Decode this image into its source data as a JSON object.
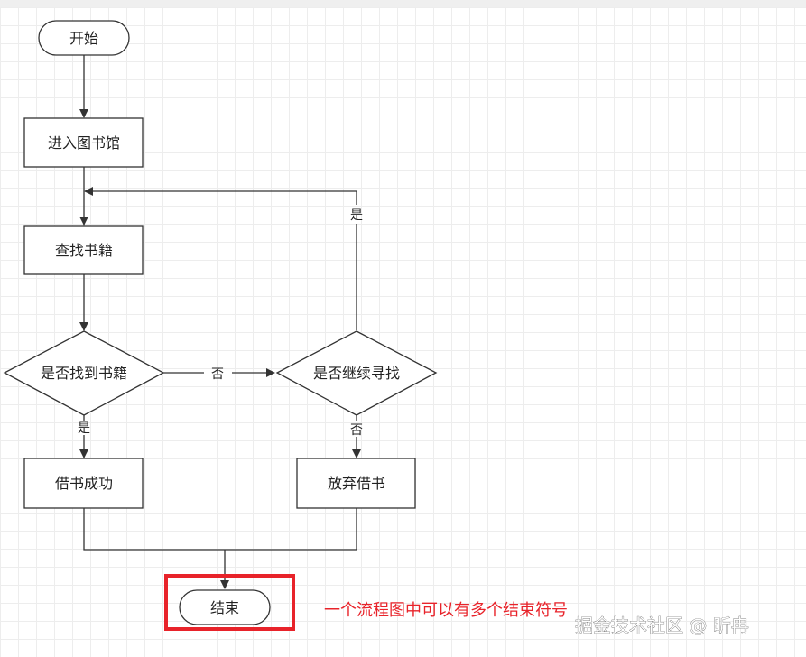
{
  "colors": {
    "line": "#333333",
    "highlight_border": "#e8232a",
    "note_text": "#e8232a"
  },
  "nodes": {
    "start": "开始",
    "enter_library": "进入图书馆",
    "search_books": "查找书籍",
    "found_decision": "是否找到书籍",
    "continue_decision": "是否继续寻找",
    "borrow_success": "借书成功",
    "give_up": "放弃借书",
    "end": "结束"
  },
  "edge_labels": {
    "found_no": "否",
    "found_yes": "是",
    "continue_yes": "是",
    "continue_no": "否"
  },
  "annotation": {
    "text": "一个流程图中可以有多个结束符号"
  },
  "watermark": {
    "text": "掘金技术社区 @ 昕冉"
  }
}
